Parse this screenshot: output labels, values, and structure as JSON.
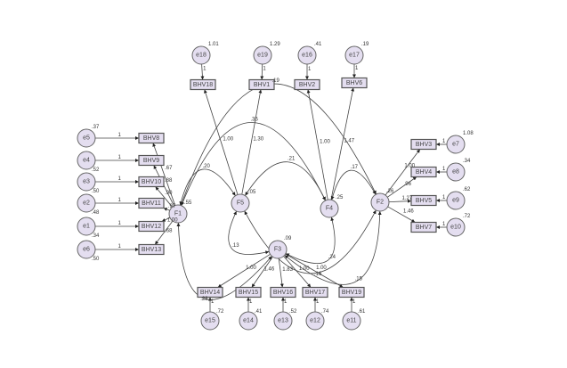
{
  "latent": [
    {
      "id": "F1",
      "variance": ".55"
    },
    {
      "id": "F5",
      "variance": "-.05"
    },
    {
      "id": "F4",
      "variance": ".25"
    },
    {
      "id": "F2",
      "variance": ".26"
    },
    {
      "id": "F3",
      "variance": ".09"
    }
  ],
  "indicators": [
    {
      "id": "BHV8",
      "factor": "F1",
      "loading": ".67",
      "error": "e5",
      "error_var": ".37"
    },
    {
      "id": "BHV9",
      "factor": "F1",
      "loading": ".88",
      "error": "e4",
      "error_var": ".52"
    },
    {
      "id": "BHV10",
      "factor": "F1",
      "loading": ".90",
      "error": "e3",
      "error_var": ".50"
    },
    {
      "id": "BHV11",
      "factor": "F1",
      "loading": ".97",
      "error": "e2",
      "error_var": ".48"
    },
    {
      "id": "BHV12",
      "factor": "F1",
      "loading": "1.00",
      "error": "e1",
      "error_var": ".34"
    },
    {
      "id": "BHV13",
      "factor": "F1",
      "loading": ".68",
      "error": "e6",
      "error_var": ".50"
    },
    {
      "id": "BHV18",
      "factor": "F5",
      "loading": "1.00",
      "error": "e18",
      "error_var": "1.01"
    },
    {
      "id": "BHV1",
      "factor": "F5",
      "loading": "1.30",
      "error": "e19",
      "error_var": "1.29"
    },
    {
      "id": "BHV2",
      "factor": "F4",
      "loading": "1.00",
      "error": "e16",
      "error_var": ".41"
    },
    {
      "id": "BHV6",
      "factor": "F4",
      "loading": "1.47",
      "error": "e17",
      "error_var": ".19"
    },
    {
      "id": "BHV3",
      "factor": "F2",
      "loading": "1.00",
      "error": "e7",
      "error_var": "1.08"
    },
    {
      "id": "BHV4",
      "factor": "F2",
      "loading": ".96",
      "error": "e8",
      "error_var": ".34"
    },
    {
      "id": "BHV5",
      "factor": "F2",
      "loading": "1.27",
      "error": "e9",
      "error_var": ".62"
    },
    {
      "id": "BHV7",
      "factor": "F2",
      "loading": "1.46",
      "error": "e10",
      "error_var": ".72"
    },
    {
      "id": "BHV14",
      "factor": "F3",
      "loading": "1.00",
      "error": "e15",
      "error_var": ".72"
    },
    {
      "id": "BHV15",
      "factor": "F3",
      "loading": "1.46",
      "error": "e14",
      "error_var": ".41"
    },
    {
      "id": "BHV16",
      "factor": "F3",
      "loading": "1.83",
      "error": "e13",
      "error_var": ".52"
    },
    {
      "id": "BHV17",
      "factor": "F3",
      "loading": "1.00",
      "error": "e12",
      "error_var": ".74"
    },
    {
      "id": "BHV19",
      "factor": "F3",
      "loading": "1.00",
      "error": "e11",
      "error_var": ".61"
    }
  ],
  "fixed_error_path": "1",
  "covariances": [
    {
      "a": "F1",
      "b": "F5",
      "value": ".20"
    },
    {
      "a": "F1",
      "b": "F4",
      "value": ".35"
    },
    {
      "a": "F1",
      "b": "F2",
      "value": ".19"
    },
    {
      "a": "F5",
      "b": "F4",
      "value": ".21"
    },
    {
      "a": "F4",
      "b": "F2",
      "value": ".17"
    },
    {
      "a": "F1",
      "b": "F3",
      "value": ".28"
    },
    {
      "a": "F5",
      "b": "F3",
      "value": ".13"
    },
    {
      "a": "F5",
      "b": "F2",
      "value": ".16"
    },
    {
      "a": "F3",
      "b": "F4",
      "value": ".24"
    },
    {
      "a": "F3",
      "b": "F2",
      "value": ".15"
    }
  ]
}
